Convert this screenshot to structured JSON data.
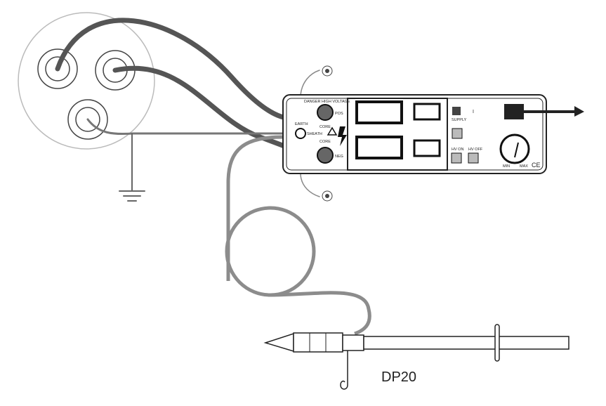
{
  "panel": {
    "danger_label": "DANGER HIGH VOLTAGE",
    "pos_label": "POS",
    "neg_label": "NEG",
    "core_label": "CORE",
    "sheath_label": "SHEATH",
    "earth_label": "EARTH",
    "supply_label": "SUPPLY",
    "hv_on_label": "HV ON",
    "hv_off_label": "HV OFF",
    "min_label": "MIN",
    "max_label": "MAX",
    "ce_mark": "CE",
    "switch_mark": "I"
  },
  "probe": {
    "label": "DP20"
  },
  "colors": {
    "cable": "#8c8c8c",
    "outline": "#222222",
    "lead": "#555555"
  }
}
